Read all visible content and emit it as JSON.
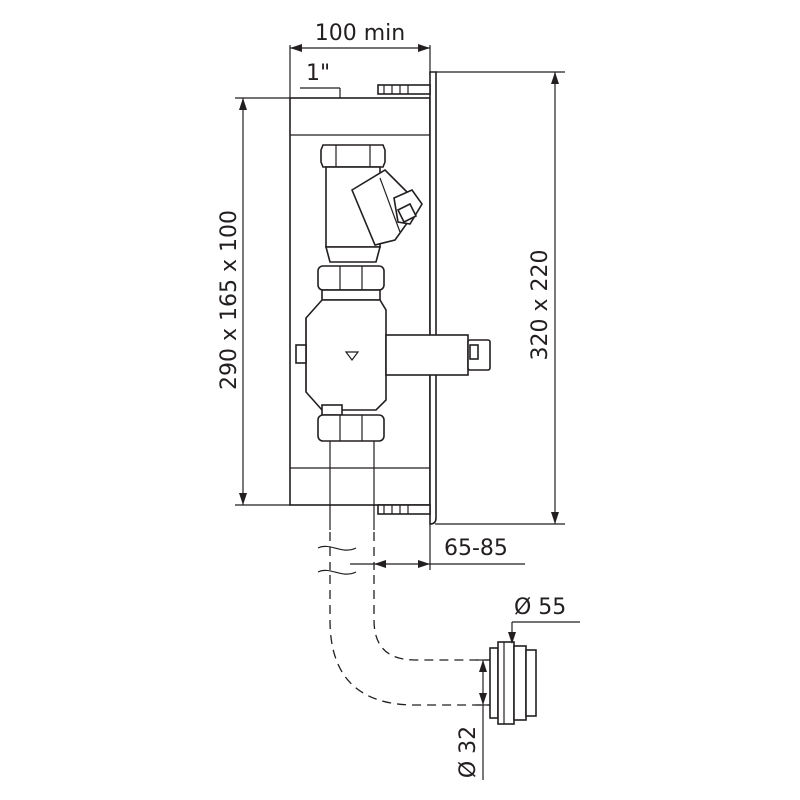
{
  "dimensions": {
    "top_width": "100 min",
    "thread_size": "1\"",
    "box_size": "290 x 165 x 100",
    "plate_size": "320 x 220",
    "depth_range": "65-85",
    "outlet_diameter": "Ø 55",
    "pipe_diameter": "Ø 32"
  },
  "colors": {
    "line": "#231f20",
    "background": "#ffffff"
  }
}
